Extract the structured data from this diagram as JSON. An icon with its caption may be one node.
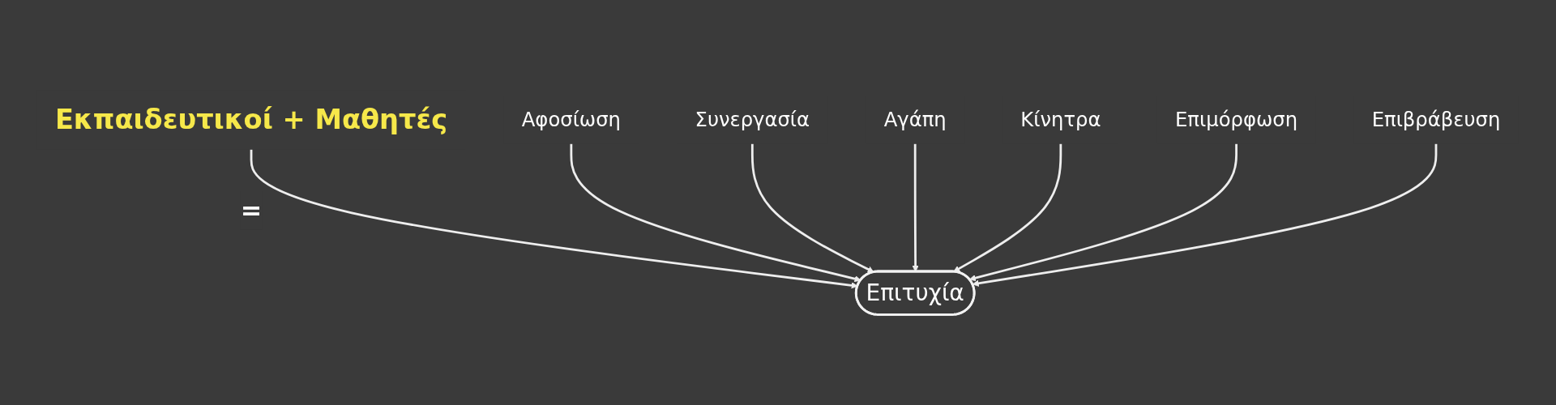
{
  "diagram": {
    "nodes": [
      {
        "text": [
          "Εκπαιδευτικοί + Μαθητές"
        ]
      },
      {
        "text": [
          "Αφοσίωση"
        ]
      },
      {
        "text": [
          "Συνεργασία"
        ]
      },
      {
        "text": [
          "Αγάπη"
        ]
      },
      {
        "text": [
          "Επιτυχία"
        ]
      },
      {
        "text": [
          "Κίνητρα"
        ]
      },
      {
        "text": [
          "Επιμόρφωση"
        ]
      },
      {
        "text": [
          "Επιβράβευση"
        ]
      }
    ],
    "edges": [
      {
        "from": 0,
        "to": 4,
        "label": "=",
        "arrow": "to"
      },
      {
        "from": 1,
        "to": 4,
        "arrow": "to"
      },
      {
        "from": 2,
        "to": 4,
        "arrow": "to"
      },
      {
        "from": 3,
        "to": 4,
        "arrow": "to"
      },
      {
        "from": 5,
        "to": 4,
        "arrow": "to"
      },
      {
        "from": 6,
        "to": 4,
        "arrow": "to"
      },
      {
        "from": 7,
        "to": 4,
        "arrow": "to"
      }
    ]
  }
}
